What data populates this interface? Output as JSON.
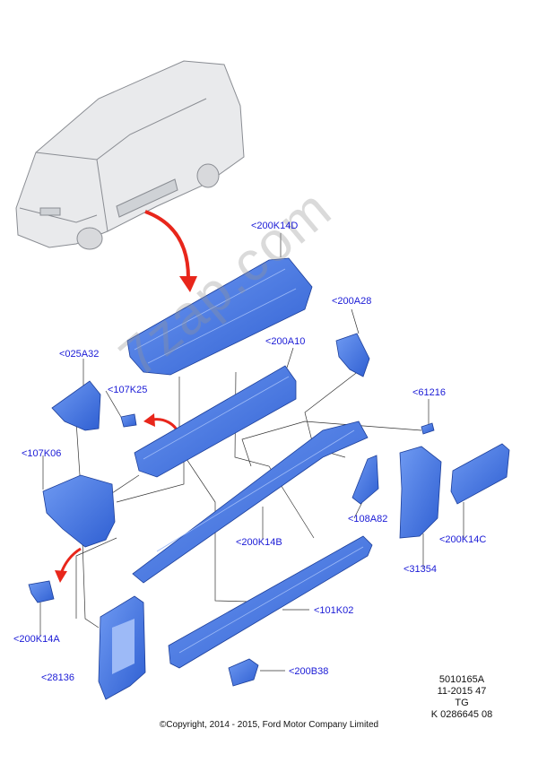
{
  "watermark": "7zap.com",
  "copyright": "©Copyright, 2014 - 2015, Ford Motor Company Limited",
  "info_block": [
    "5010165A",
    "11-2015 47",
    "TG",
    "K 0286645 08"
  ],
  "colors": {
    "part_fill": "#3b6fe0",
    "label": "#1a1ad6",
    "arrow": "#e8261b"
  },
  "labels": {
    "l200K14D": "<200K14D",
    "l200A28": "<200A28",
    "l200A10": "<200A10",
    "l025A32": "<025A32",
    "l107K25": "<107K25",
    "l61216": "<61216",
    "l107K06": "<107K06",
    "l108A82": "<108A82",
    "l200K14B": "<200K14B",
    "l200K14C": "<200K14C",
    "l31354": "<31354",
    "l101K02": "<101K02",
    "l200K14A": "<200K14A",
    "l200B38": "<200B38",
    "l28136": "<28136"
  }
}
